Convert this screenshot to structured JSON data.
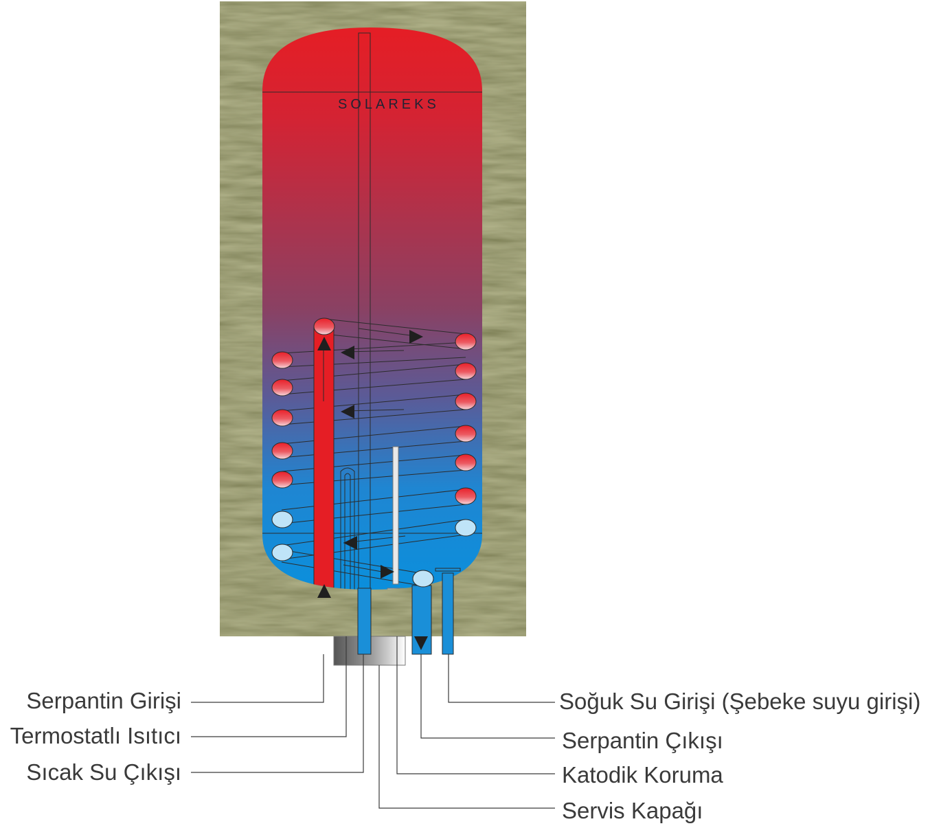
{
  "brand": "SOLAREKS",
  "labels": {
    "serpantin_girisi": "Serpantin Girişi",
    "termostatli_isitici": "Termostatlı Isıtıcı",
    "sicak_su_cikisi": "Sıcak Su Çıkışı",
    "soguk_su_girisi": "Soğuk Su Girişi (Şebeke suyu girişi)",
    "serpantin_cikisi": "Serpantin Çıkışı",
    "katodik_koruma": "Katodik Koruma",
    "servis_kapagi": "Servis Kapağı"
  },
  "colors": {
    "insulation": "#5a5a30",
    "tank_hot": "#e51e25",
    "tank_cold": "#0a8ddc",
    "hot_pipe": "#e51e25",
    "cold_pipe": "#1a8fd8",
    "leader_line": "#3a3a3a",
    "arrow": "#1f1f1f"
  }
}
